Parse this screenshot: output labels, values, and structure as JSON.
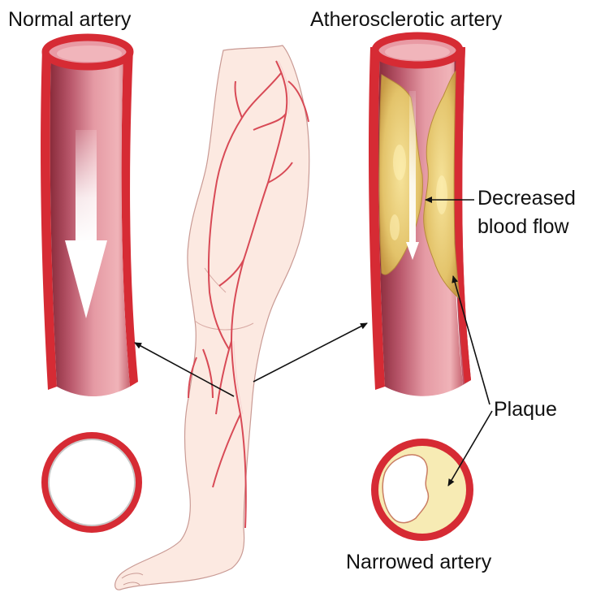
{
  "labels": {
    "normal_artery": "Normal artery",
    "atherosclerotic_artery": "Atherosclerotic artery",
    "decreased": "Decreased",
    "blood_flow": "blood flow",
    "plaque": "Plaque",
    "narrowed_artery": "Narrowed artery"
  },
  "colors": {
    "artery_wall": "#d62b34",
    "artery_lumen": "#b04a5a",
    "plaque": "#e9cf7a",
    "plaque_crosssection": "#f7ebb4",
    "leg_skin": "#fbe9e2",
    "leg_vessel": "#d84a56"
  }
}
